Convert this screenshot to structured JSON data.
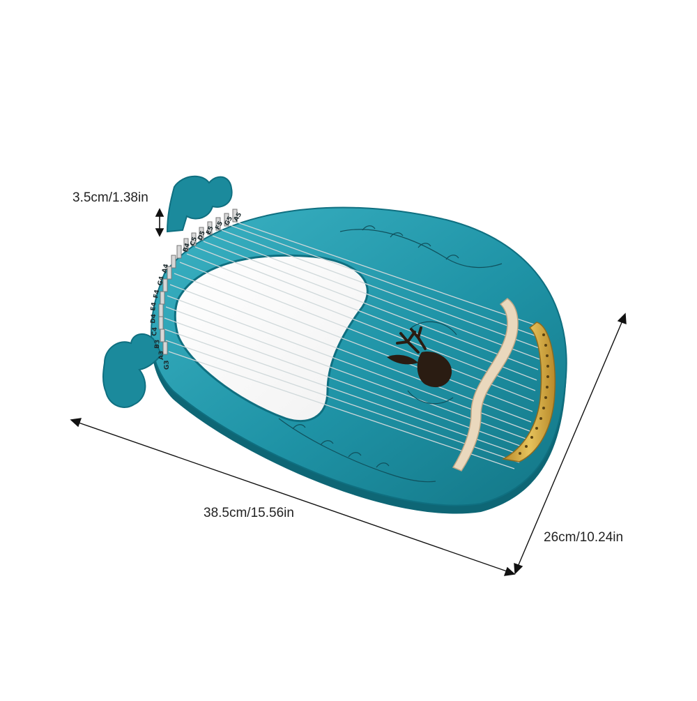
{
  "image": {
    "subject": "lyre harp",
    "body_color": "#1f93a6",
    "body_dark_color": "#0f6f80",
    "bridge_color": "#e8d7bd",
    "tailpiece_color": "#d9b24a",
    "background": "#ffffff"
  },
  "dimensions": {
    "height": "3.5cm/1.38in",
    "length": "38.5cm/15.56in",
    "width": "26cm/10.24in"
  },
  "note_labels": [
    "A5",
    "G5",
    "F5",
    "E5",
    "D5",
    "C5",
    "B4",
    "A4",
    "G4",
    "F4",
    "E4",
    "D4",
    "C4",
    "B3",
    "A3",
    "G3"
  ]
}
